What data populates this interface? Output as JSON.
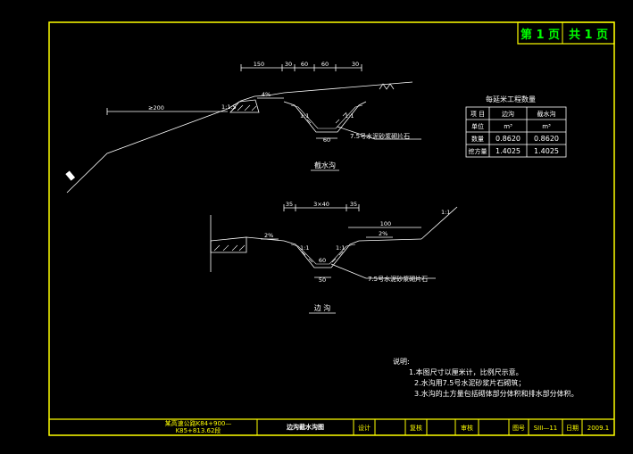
{
  "page_label": {
    "page": "第 1 页",
    "total": "共 1 页"
  },
  "section_top": {
    "title": "截水沟",
    "dims_top": [
      "150",
      "30",
      "60",
      "60",
      "30"
    ],
    "offset_label": "≥200",
    "slope_left": "1:1.5",
    "grade": "4%",
    "slope_a": "1:1",
    "slope_b": "1:1",
    "bottom_width": "60",
    "material_note": "7.5号水泥砂浆砌片石"
  },
  "section_bottom": {
    "title": "边 沟",
    "dims_top": [
      "35",
      "3×40",
      "35"
    ],
    "right_dim": "100",
    "slope_right": "1:1",
    "grade_left": "2%",
    "grade_right": "2%",
    "slope_a": "1:1",
    "slope_b": "1:1",
    "bottom_label": "60",
    "bottom_width": "50",
    "material_note": "7.5号水泥砂浆砌片石"
  },
  "quantity_table": {
    "title": "每延米工程数量",
    "headers": [
      "项 目",
      "边沟",
      "截水沟"
    ],
    "rows": [
      [
        "单位",
        "m³",
        "m³"
      ],
      [
        "数量",
        "0.8620",
        "0.8620"
      ],
      [
        "挖方量",
        "1.4025",
        "1.4025"
      ]
    ]
  },
  "notes": {
    "heading": "说明:",
    "items": [
      "1.本图尺寸以厘米计，比例尺示意。",
      "2.水沟用7.5号水泥砂浆片石砌筑；",
      "3.水沟的土方量包括砌体部分体积和排水部分体积。"
    ]
  },
  "title_block": {
    "project_line1": "某高速公路K84+900—",
    "project_line2": "K85+813.62段",
    "drawing_name": "边沟截水沟图",
    "design_label": "设计",
    "review_label": "复核",
    "audit_label": "审核",
    "drawing_no_label": "图号",
    "drawing_no": "SIII—11",
    "date_label": "日期",
    "date": "2009.1"
  },
  "colors": {
    "frame": "#ffff00",
    "page_label": "#00ff00",
    "lines": "#ffffff",
    "background": "#000000"
  }
}
